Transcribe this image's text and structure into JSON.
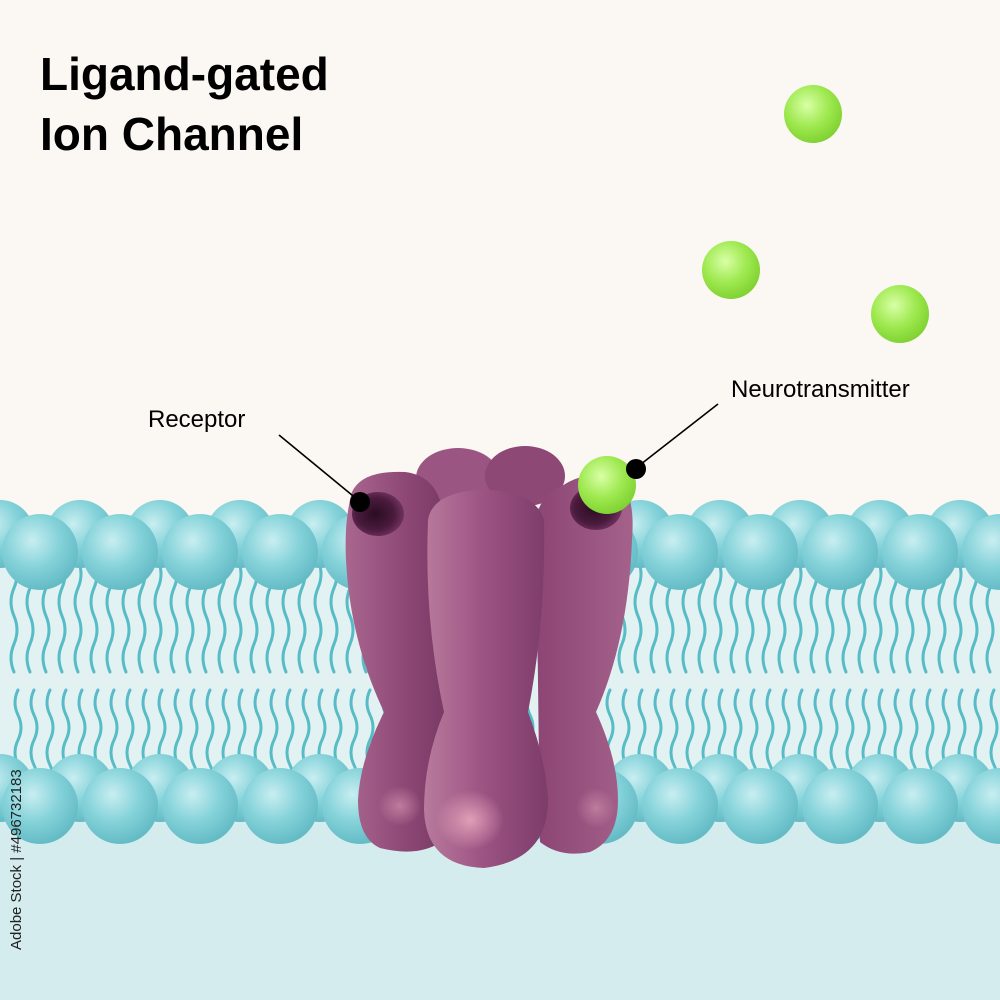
{
  "title": {
    "line1": "Ligand-gated",
    "line2": "Ion Channel"
  },
  "labels": {
    "receptor": "Receptor",
    "neurotransmitter": "Neurotransmitter"
  },
  "watermark": "Adobe Stock | #496732183",
  "colors": {
    "background": "#fbf7f2",
    "extracellular": "#fbf7f2",
    "intracellular": "#d4ecee",
    "phospholipid_head": "#7fcfd6",
    "lipid_tail": "#57bcc6",
    "channel_protein": "#8e4876",
    "neurotransmitter": "#9be84a"
  }
}
